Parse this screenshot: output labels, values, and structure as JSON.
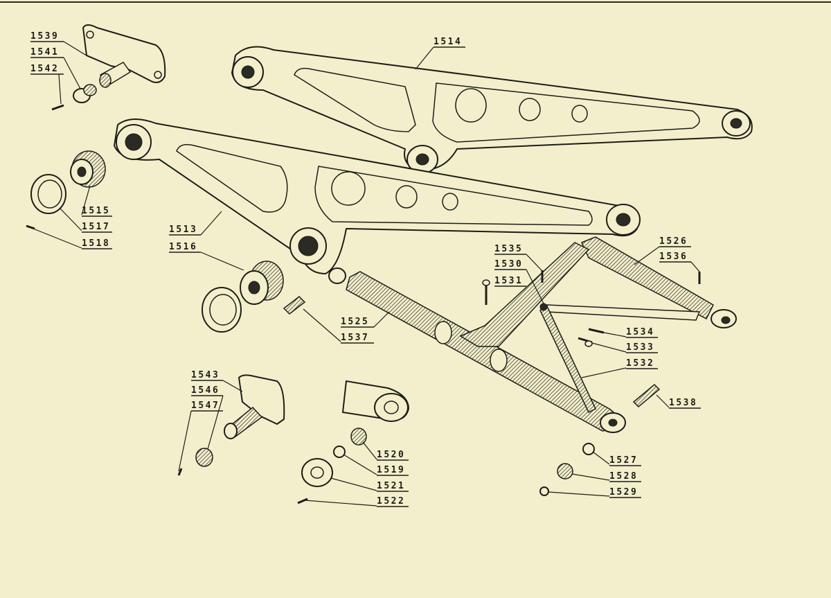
{
  "diagram": {
    "parts": [
      {
        "id": "p1539",
        "label": "1539"
      },
      {
        "id": "p1541",
        "label": "1541"
      },
      {
        "id": "p1542",
        "label": "1542"
      },
      {
        "id": "p1514",
        "label": "1514"
      },
      {
        "id": "p1515",
        "label": "1515"
      },
      {
        "id": "p1517",
        "label": "1517"
      },
      {
        "id": "p1518",
        "label": "1518"
      },
      {
        "id": "p1513",
        "label": "1513"
      },
      {
        "id": "p1516",
        "label": "1516"
      },
      {
        "id": "p1535",
        "label": "1535"
      },
      {
        "id": "p1530",
        "label": "1530"
      },
      {
        "id": "p1531",
        "label": "1531"
      },
      {
        "id": "p1526",
        "label": "1526"
      },
      {
        "id": "p1536",
        "label": "1536"
      },
      {
        "id": "p1525",
        "label": "1525"
      },
      {
        "id": "p1537",
        "label": "1537"
      },
      {
        "id": "p1534",
        "label": "1534"
      },
      {
        "id": "p1533",
        "label": "1533"
      },
      {
        "id": "p1532",
        "label": "1532"
      },
      {
        "id": "p1543",
        "label": "1543"
      },
      {
        "id": "p1546",
        "label": "1546"
      },
      {
        "id": "p1547",
        "label": "1547"
      },
      {
        "id": "p1538",
        "label": "1538"
      },
      {
        "id": "p1520",
        "label": "1520"
      },
      {
        "id": "p1519",
        "label": "1519"
      },
      {
        "id": "p1521",
        "label": "1521"
      },
      {
        "id": "p1522",
        "label": "1522"
      },
      {
        "id": "p1527",
        "label": "1527"
      },
      {
        "id": "p1528",
        "label": "1528"
      },
      {
        "id": "p1529",
        "label": "1529"
      }
    ]
  }
}
